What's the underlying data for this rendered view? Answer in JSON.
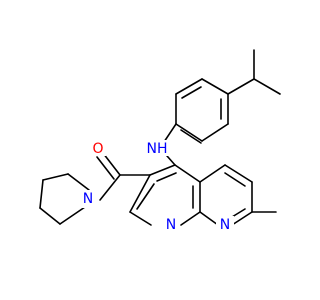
{
  "colors": {
    "background": "#ffffff",
    "bond": "#000000",
    "oxygen": "#ff0000",
    "nitrogen": "#0000ff",
    "nh_nitrogen": "#0000ff"
  },
  "labels": {
    "o": "O",
    "nh": "NH",
    "n_amide": "N",
    "n_ring1": "N",
    "n_ring2": "N"
  }
}
